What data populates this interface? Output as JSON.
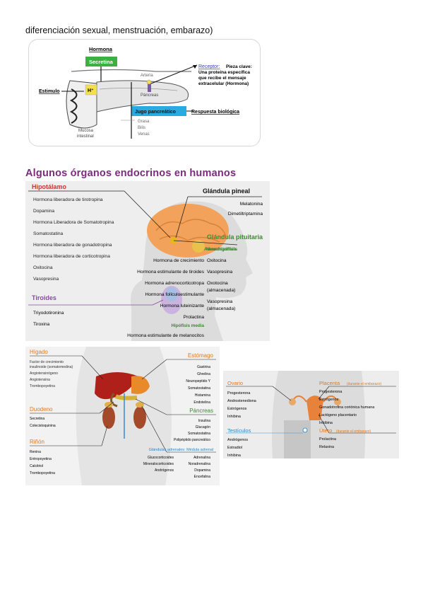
{
  "intro_text": "diferenciación sexual, menstruación, embarazo)",
  "figure1": {
    "hormona_label": "Hormona",
    "secretina_label": "Secretina",
    "arteria_label": "Arteria",
    "receptor_label": "Receptor:",
    "receptor_desc_1": "Pieza clave:",
    "receptor_desc_2": "Una proteína específica",
    "receptor_desc_3": "que recibe  el mensaje",
    "receptor_desc_4": "extracelular (Hormona)",
    "estimulo_label": "Estimulo",
    "h_plus": "H⁺",
    "pancreas_label": "Páncreas",
    "jugo_label": "Jugo pancreático",
    "respuesta_label": "Respuesta biológica",
    "grasa_label": "Grasa",
    "bilis_label": "Bilis",
    "venas_label": "Venas",
    "mucosa_label_1": "Mucosa",
    "mucosa_label_2": "intestinal"
  },
  "section_title": "Algunos órganos endocrinos en humanos",
  "figure2": {
    "hipotalamo": {
      "title": "Hipotálamo",
      "items": [
        "Hormona liberadora de tirotropina",
        "Dopamina",
        "Hormona Liberadora de Somatotropina",
        "Somatostatina",
        "Hormona liberadora de gonadotropina",
        "Hormona liberadora de corticotropina",
        "Oxitocina",
        "Vasopresina"
      ]
    },
    "tiroides": {
      "title": "Tiroides",
      "items": [
        "Triyodotironina",
        "Tiroxina"
      ]
    },
    "pineal": {
      "title": "Glándula pineal",
      "items": [
        "Melatonina",
        "Dimetiltriptamina"
      ]
    },
    "pituitaria": {
      "title": "Glándula pituitaria",
      "adeno_title": "Adenohipófisis",
      "neuro_title": "Neurohipófisis",
      "adeno_items": [
        "Hormona de crecimiento",
        "Hormona estimulante de tiroides",
        "Hormona adrenocorticotropa",
        "Hormona folículoestimulante",
        "Hormona luteinizante",
        "Prolactina"
      ],
      "neuro_items": [
        "Oxitocina",
        "Vasopresina",
        "Oxotocina",
        "(almacenada)",
        "Vasopresina",
        "(almacenada)"
      ],
      "media_title": "Hipófisis media",
      "media_items": [
        "Hormona estimulante de melanocitos"
      ]
    }
  },
  "figure3": {
    "higado": {
      "title": "Hígado",
      "items": [
        "Factor de crecimiento",
        "insulinoide (somatomedina)",
        "Angiotensinógeno",
        "Angiotensina",
        "Trombopoyetina"
      ]
    },
    "duodeno": {
      "title": "Duodeno",
      "items": [
        "Secretina",
        "Colecistoquinina"
      ]
    },
    "rinon": {
      "title": "Riñón",
      "items": [
        "Renina",
        "Entropoyetina",
        "Calcitriol",
        "Trombopoyetina"
      ]
    },
    "estomago": {
      "title": "Estómago",
      "items": [
        "Gastrina",
        "Ghrelina",
        "Neuropeptido Y",
        "Somatostatina",
        "Histamina",
        "Endotelina"
      ]
    },
    "pancreas": {
      "title": "Páncreas",
      "items": [
        "Insulina",
        "Glucagón",
        "Somatostatina",
        "Polipéptido pancreático"
      ]
    },
    "adrenales": {
      "title": "Glándulas adrenales: Médula adrenal",
      "corteza_items": [
        "Glucocorticoides",
        "Mineralocorticoides",
        "Andrógenos"
      ],
      "medula_items": [
        "Adrenalina",
        "Noradrenalina",
        "Dopamina",
        "Encefalina"
      ]
    }
  },
  "figure4": {
    "ovario": {
      "title": "Ovario",
      "items": [
        "Progesterona",
        "Androstenediona",
        "Estrógenos",
        "Inhibina"
      ]
    },
    "testiculos": {
      "title": "Testículos",
      "items": [
        "Andrógenos",
        "Estradiol",
        "Inhibina"
      ]
    },
    "placenta": {
      "title": "Placenta",
      "subtitle": "(durante el embarazo)",
      "items": [
        "Progesterona",
        "Estrógenos",
        "Gonadotrofina coriónica humana",
        "Lactógeno placentario",
        "Inhibina"
      ]
    },
    "utero": {
      "title": "Útero",
      "subtitle": "(durante el embarazo)",
      "items": [
        "Prolactina",
        "Relaxina"
      ]
    }
  },
  "colors": {
    "section_title": "#7b2a7e",
    "hypothalamus_red": "#c0392b",
    "pituitary_green": "#3a8a2e",
    "thyroid_purple": "#8e44ad",
    "organ_orange": "#e0771c",
    "organ_blue": "#2e86c1",
    "secretina_green": "#3cb043",
    "jugo_blue": "#29abe2",
    "hplus_yellow": "#f4e04d"
  }
}
